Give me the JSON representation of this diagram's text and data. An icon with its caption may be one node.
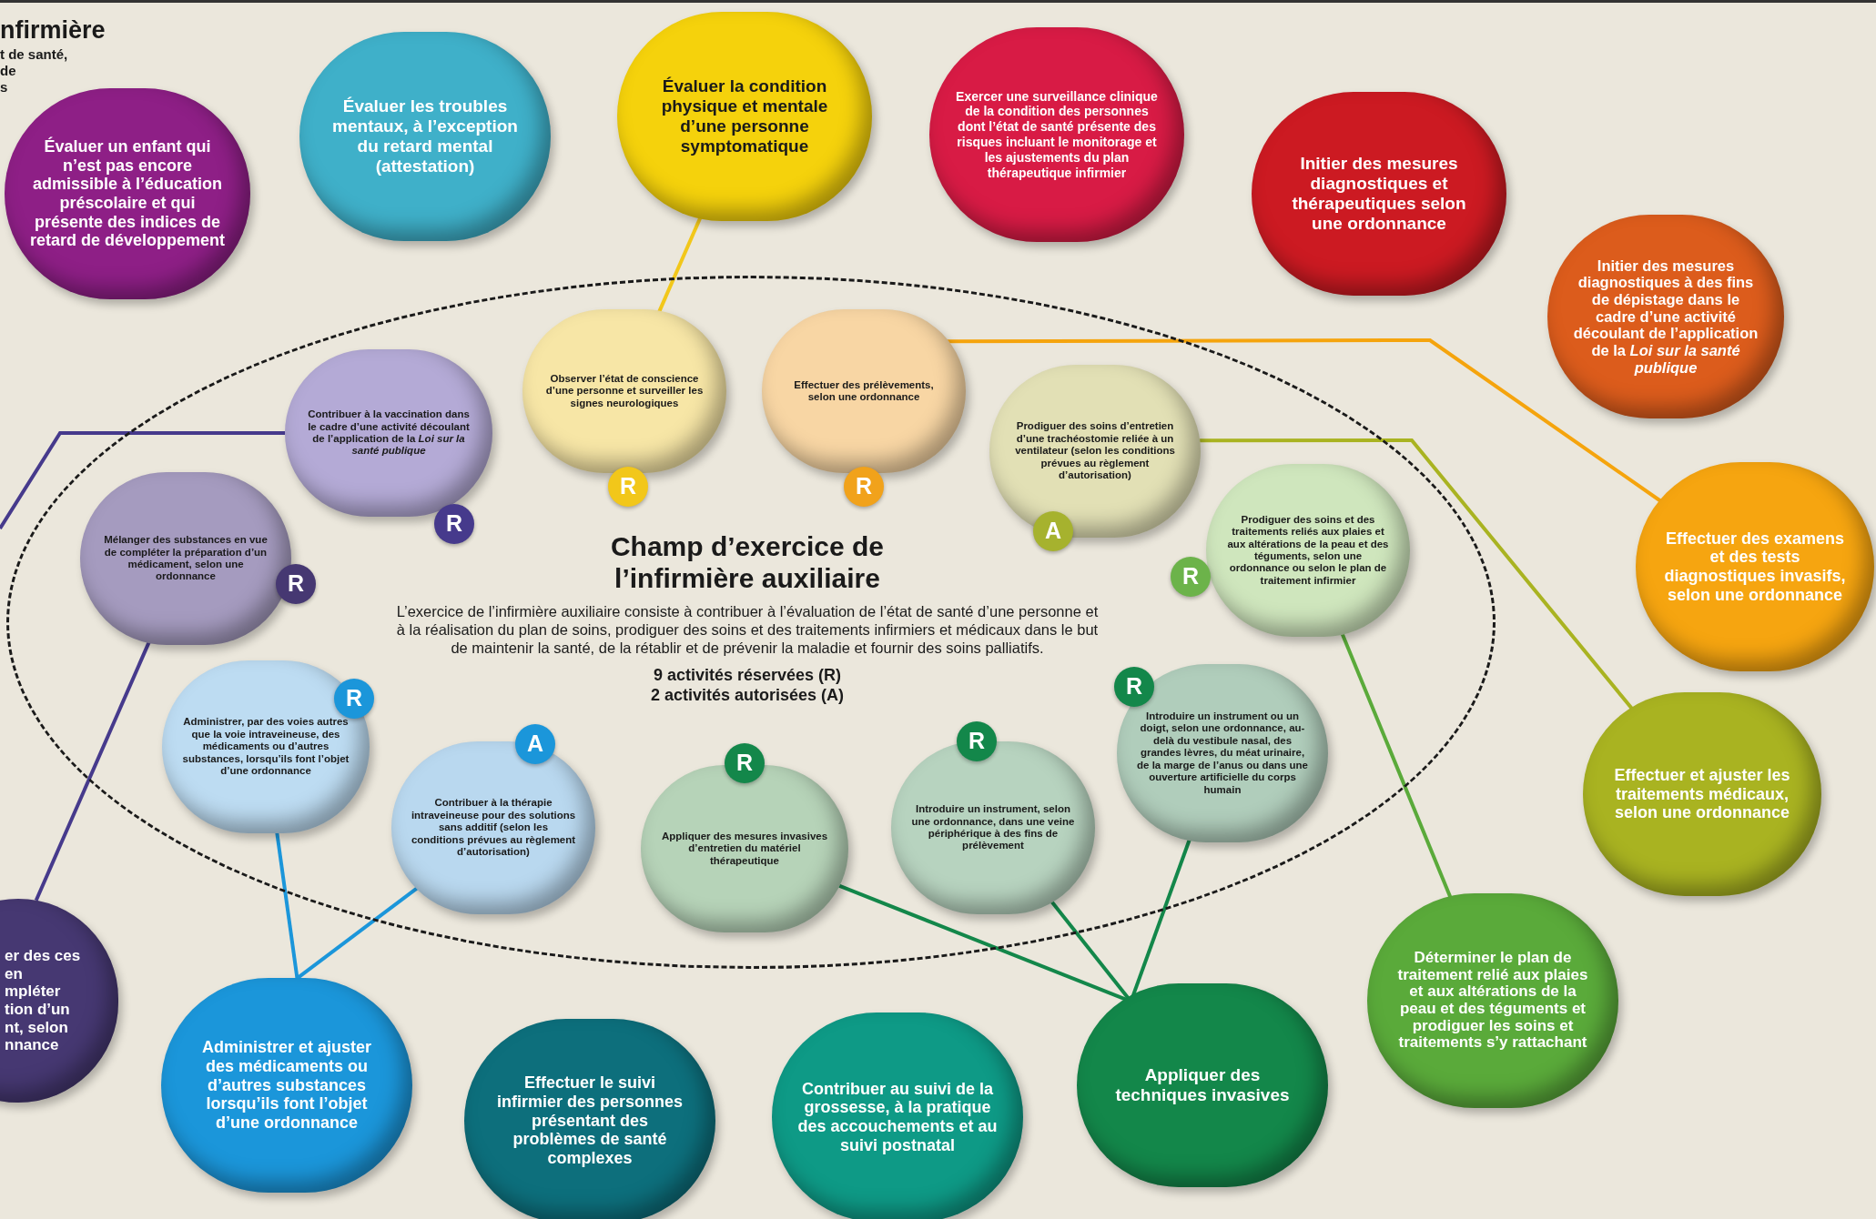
{
  "diagram": {
    "nodes": [
      {
        "text": [
          "Évaluer un enfant qui n’est pas encore admissible à l’éducation préscolaire et qui présente des indices de retard de développement"
        ]
      },
      {
        "text": [
          "Évaluer les troubles mentaux, à l’exception du retard mental (attestation)"
        ]
      },
      {
        "text": [
          "Évaluer la condition physique et mentale d’une personne symptomatique"
        ]
      },
      {
        "text": [
          "Exercer une surveillance clinique de la condition des personnes dont l’état de santé présente des risques incluant le monitorage et les ajustements du plan thérapeutique infirmier"
        ]
      },
      {
        "text": [
          "Initier des mesures diagnostiques et thérapeutiques selon une ordonnance"
        ]
      },
      {
        "text": [
          "Initier des mesures diagnostiques à des fins de dépistage dans le cadre d’une activité découlant de l’application de la *Loi sur la santé publique*"
        ]
      },
      {
        "text": [
          "Effectuer des examens et des tests diagnostiques invasifs, selon une ordonnance"
        ]
      },
      {
        "text": [
          "Effectuer et ajuster les traitements médicaux, selon une ordonnance"
        ]
      },
      {
        "text": [
          "Déterminer le plan de traitement relié aux plaies et aux altérations de la peau et des téguments et prodiguer les soins et traitements s’y rattachant"
        ]
      },
      {
        "text": [
          "Appliquer des techniques invasives"
        ]
      },
      {
        "text": [
          "Contribuer au suivi de la grossesse, à la pratique des accouchements et au suivi postnatal"
        ]
      },
      {
        "text": [
          "Effectuer le suivi infirmier des personnes présentant des problèmes de santé complexes"
        ]
      },
      {
        "text": [
          "Administrer et ajuster des médicaments ou d’autres substances lorsqu’ils font l’objet d’une ordonnance"
        ]
      },
      {
        "text": [
          "er des ces en mpléter tion d’un nt, selon nnance"
        ]
      },
      {
        "text": [
          "Champ d’exercice de l’infirmière auxiliaire",
          "L’exercice de l’infirmière auxiliaire consiste à contribuer à l’évaluation de l’état de santé d’une personne et à la réalisation du plan de soins, prodiguer des soins et des traitements infirmiers et médicaux dans le but de maintenir la santé, de la rétablir et de prévenir la maladie et fournir des soins palliatifs.",
          "9 activités réservées (R)",
          "2 activités autorisées (A)"
        ]
      },
      {
        "text": [
          "Observer l’état de conscience d’une personne et surveiller les signes neurologiques",
          "R"
        ],
        "in": 14
      },
      {
        "text": [
          "Effectuer des prélèvements, selon une ordonnance",
          "R"
        ],
        "in": 14
      },
      {
        "text": [
          "Contribuer à la vaccination dans le cadre d’une activité découlant de l’application de la *Loi sur la santé publique*",
          "R"
        ],
        "in": 14
      },
      {
        "text": [
          "Mélanger des substances en vue de compléter la préparation d’un médicament, selon une ordonnance",
          "R"
        ],
        "in": 14
      },
      {
        "text": [
          "Prodiguer des soins d’entretien d’une trachéostomie reliée à un ventilateur (selon les conditions prévues au règlement d’autorisation)",
          "A"
        ],
        "in": 14
      },
      {
        "text": [
          "R",
          "Prodiguer des soins et des traitements reliés aux plaies et aux altérations de la peau et des téguments, selon une ordonnance ou selon le plan de traitement infirmier"
        ],
        "in": 14
      },
      {
        "text": [
          "R",
          "Administrer, par des voies autres que la voie intraveineuse, des médicaments ou d’autres substances, lorsqu’ils font l’objet d’une ordonnance"
        ],
        "in": 14
      },
      {
        "text": [
          "A",
          "Contribuer à la thérapie intraveineuse pour des solutions sans additif (selon les conditions prévues au règlement d’autorisation)"
        ],
        "in": 14
      },
      {
        "text": [
          "R",
          "Appliquer des mesures invasives d’entretien du matériel thérapeutique"
        ],
        "in": 14
      },
      {
        "text": [
          "R",
          "Introduire un instrument, selon une ordonnance, dans une veine périphérique à des fins de prélèvement"
        ],
        "in": 14
      },
      {
        "text": [
          "R",
          "Introduire un instrument ou un doigt, selon une ordonnance, au-delà du vestibule nasal, des grandes lèvres, du méat urinaire, de la marge de l’anus ou dans une ouverture artificielle du corps humain"
        ],
        "in": 14
      }
    ],
    "edges": [
      {
        "from": 2,
        "to": 15,
        "arrow": "none",
        "color": "#f2c71a"
      },
      {
        "from": 16,
        "to": 6,
        "arrow": "none",
        "color": "#f5a40d"
      },
      {
        "from": 19,
        "to": 7,
        "arrow": "none",
        "color": "#a9b321"
      },
      {
        "from": 20,
        "to": 8,
        "arrow": "none",
        "color": "#5aaa3a"
      },
      {
        "from": 17,
        "to": null,
        "arrow": "none",
        "color": "#463a8c"
      },
      {
        "from": 18,
        "to": 13,
        "arrow": "none",
        "color": "#463a8c"
      },
      {
        "from": 21,
        "to": 12,
        "arrow": "none",
        "color": "#1b96da"
      },
      {
        "from": 22,
        "to": 12,
        "arrow": "none",
        "color": "#1b96da"
      },
      {
        "from": 23,
        "to": 9,
        "arrow": "none",
        "color": "#13874a"
      },
      {
        "from": 24,
        "to": 9,
        "arrow": "none",
        "color": "#13874a"
      },
      {
        "from": 25,
        "to": 9,
        "arrow": "none",
        "color": "#13874a"
      }
    ],
    "labels": [
      "nfirmière",
      "t de santé,",
      "de",
      "s"
    ]
  }
}
